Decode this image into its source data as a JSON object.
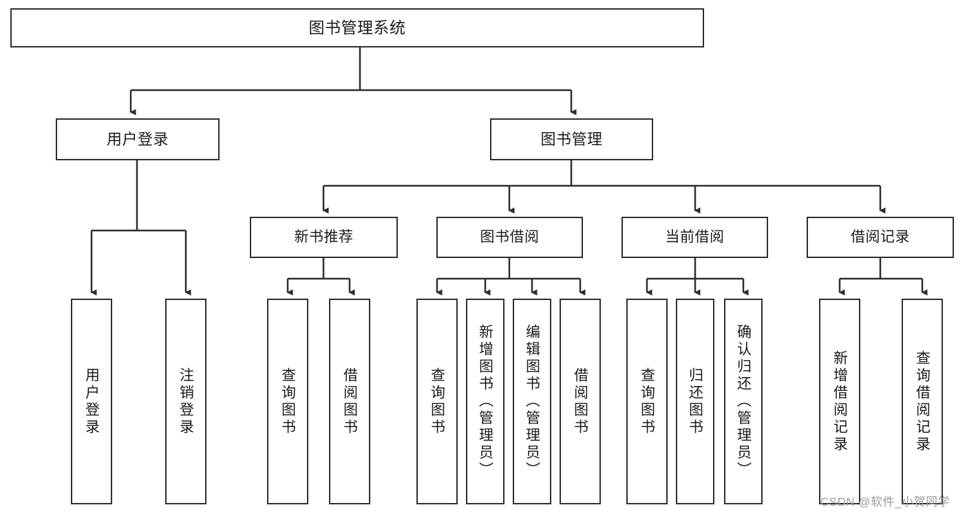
{
  "diagram": {
    "type": "tree-hierarchy-chart",
    "title": "图书管理系统",
    "orientation": "top-down",
    "line_color": "#2e2e2e",
    "box_fill": "#ffffff",
    "text_color": "#1a1a1a",
    "watermark": "CSDN @软件_小贺同学",
    "watermark_color": "#9a9a9a"
  },
  "nodes": {
    "root": {
      "label": "图书管理系统"
    },
    "level1": [
      {
        "id": "user-login",
        "label": "用户登录"
      },
      {
        "id": "book-management",
        "label": "图书管理"
      }
    ],
    "level2": [
      {
        "id": "new-book-recommend",
        "label": "新书推荐"
      },
      {
        "id": "book-borrow",
        "label": "图书借阅"
      },
      {
        "id": "current-borrow",
        "label": "当前借阅"
      },
      {
        "id": "borrow-record",
        "label": "借阅记录"
      }
    ],
    "leaves": {
      "user-login": [
        {
          "id": "leaf-user-login",
          "label": "用户登录"
        },
        {
          "id": "leaf-logout-login",
          "label": "注销登录"
        }
      ],
      "new-book-recommend": [
        {
          "id": "leaf-query-book-1",
          "label": "查询图书"
        },
        {
          "id": "leaf-borrow-book-1",
          "label": "借阅图书"
        }
      ],
      "book-borrow": [
        {
          "id": "leaf-query-book-2",
          "label": "查询图书"
        },
        {
          "id": "leaf-add-book",
          "label": "新增图书（管理员）"
        },
        {
          "id": "leaf-edit-book",
          "label": "编辑图书（管理员）"
        },
        {
          "id": "leaf-borrow-book-2",
          "label": "借阅图书"
        }
      ],
      "current-borrow": [
        {
          "id": "leaf-query-book-3",
          "label": "查询图书"
        },
        {
          "id": "leaf-return-book",
          "label": "归还图书"
        },
        {
          "id": "leaf-confirm-return",
          "label": "确认归还（管理员）"
        }
      ],
      "borrow-record": [
        {
          "id": "leaf-add-record",
          "label": "新增借阅记录"
        },
        {
          "id": "leaf-query-record",
          "label": "查询借阅记录"
        }
      ]
    }
  }
}
